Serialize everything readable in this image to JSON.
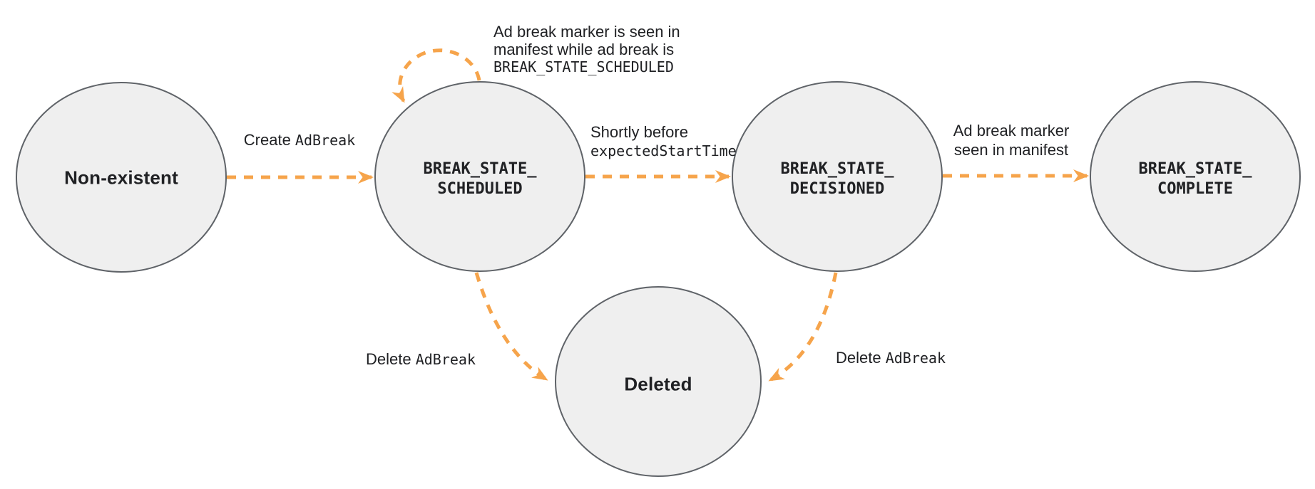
{
  "diagram_type": "state-transition-diagram",
  "colors": {
    "arrow": "#F6A44B",
    "node_fill": "#EFEFEF",
    "node_border": "#5F6368",
    "text": "#202124",
    "background": "#FFFFFF"
  },
  "states": {
    "non_existent": {
      "label": "Non-existent"
    },
    "scheduled": {
      "line1": "BREAK_STATE_",
      "line2": "SCHEDULED"
    },
    "decisioned": {
      "line1": "BREAK_STATE_",
      "line2": "DECISIONED"
    },
    "complete": {
      "line1": "BREAK_STATE_",
      "line2": "COMPLETE"
    },
    "deleted": {
      "label": "Deleted"
    }
  },
  "edges": {
    "create": {
      "text": "Create ",
      "code": "AdBreak"
    },
    "self_loop": {
      "line1": "Ad break marker is seen in",
      "line2": "manifest while ad break is",
      "code": "BREAK_STATE_SCHEDULED"
    },
    "to_decisioned": {
      "text": "Shortly before",
      "code": "expectedStartTime"
    },
    "to_complete": {
      "line1": "Ad break marker",
      "line2": "seen in manifest"
    },
    "delete_from_scheduled": {
      "text": "Delete ",
      "code": "AdBreak"
    },
    "delete_from_decisioned": {
      "text": "Delete ",
      "code": "AdBreak"
    }
  }
}
